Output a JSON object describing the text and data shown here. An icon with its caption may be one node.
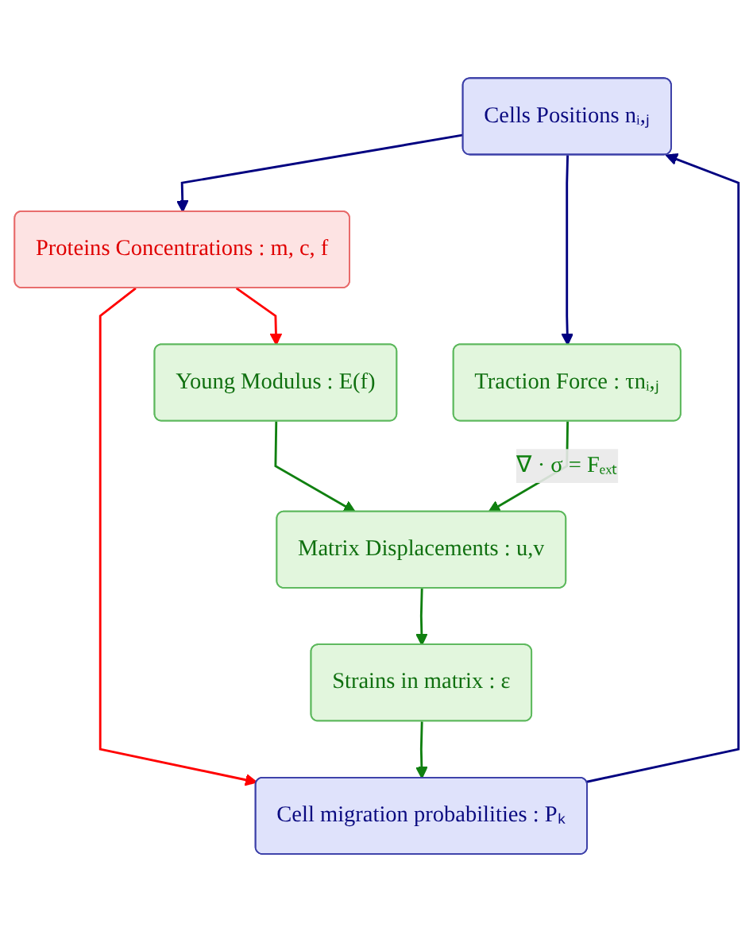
{
  "diagram": {
    "nodes": [
      {
        "text": [
          "Cells Positions nᵢ,ⱼ"
        ]
      },
      {
        "text": [
          "Proteins Concentrations : m, c, f"
        ]
      },
      {
        "text": [
          "Young Modulus : E(f)"
        ]
      },
      {
        "text": [
          "Traction Force : τnᵢ,ⱼ"
        ]
      },
      {
        "text": [
          "Matrix Displacements : u,v"
        ]
      },
      {
        "text": [
          "Strains in matrix : ε"
        ]
      },
      {
        "text": [
          "Cell migration probabilities : Pₖ"
        ]
      }
    ],
    "edges": [
      {
        "from": 0,
        "to": 1,
        "arrow": "to",
        "color": "#000080"
      },
      {
        "from": 1,
        "to": 2,
        "arrow": "to",
        "color": "#ff0000"
      },
      {
        "from": 1,
        "to": 6,
        "arrow": "to",
        "color": "#ff0000"
      },
      {
        "from": 0,
        "to": 3,
        "arrow": "to",
        "color": "#000080"
      },
      {
        "from": 2,
        "to": 4,
        "arrow": "to"
      },
      {
        "from": 3,
        "to": 4,
        "arrow": "to",
        "label": "∇ · σ = Fₑₓₜ"
      },
      {
        "from": 4,
        "to": 5,
        "arrow": "to"
      },
      {
        "from": 5,
        "to": 6,
        "arrow": "to"
      },
      {
        "from": 6,
        "to": 0,
        "arrow": "to",
        "color": "#000080"
      }
    ]
  }
}
